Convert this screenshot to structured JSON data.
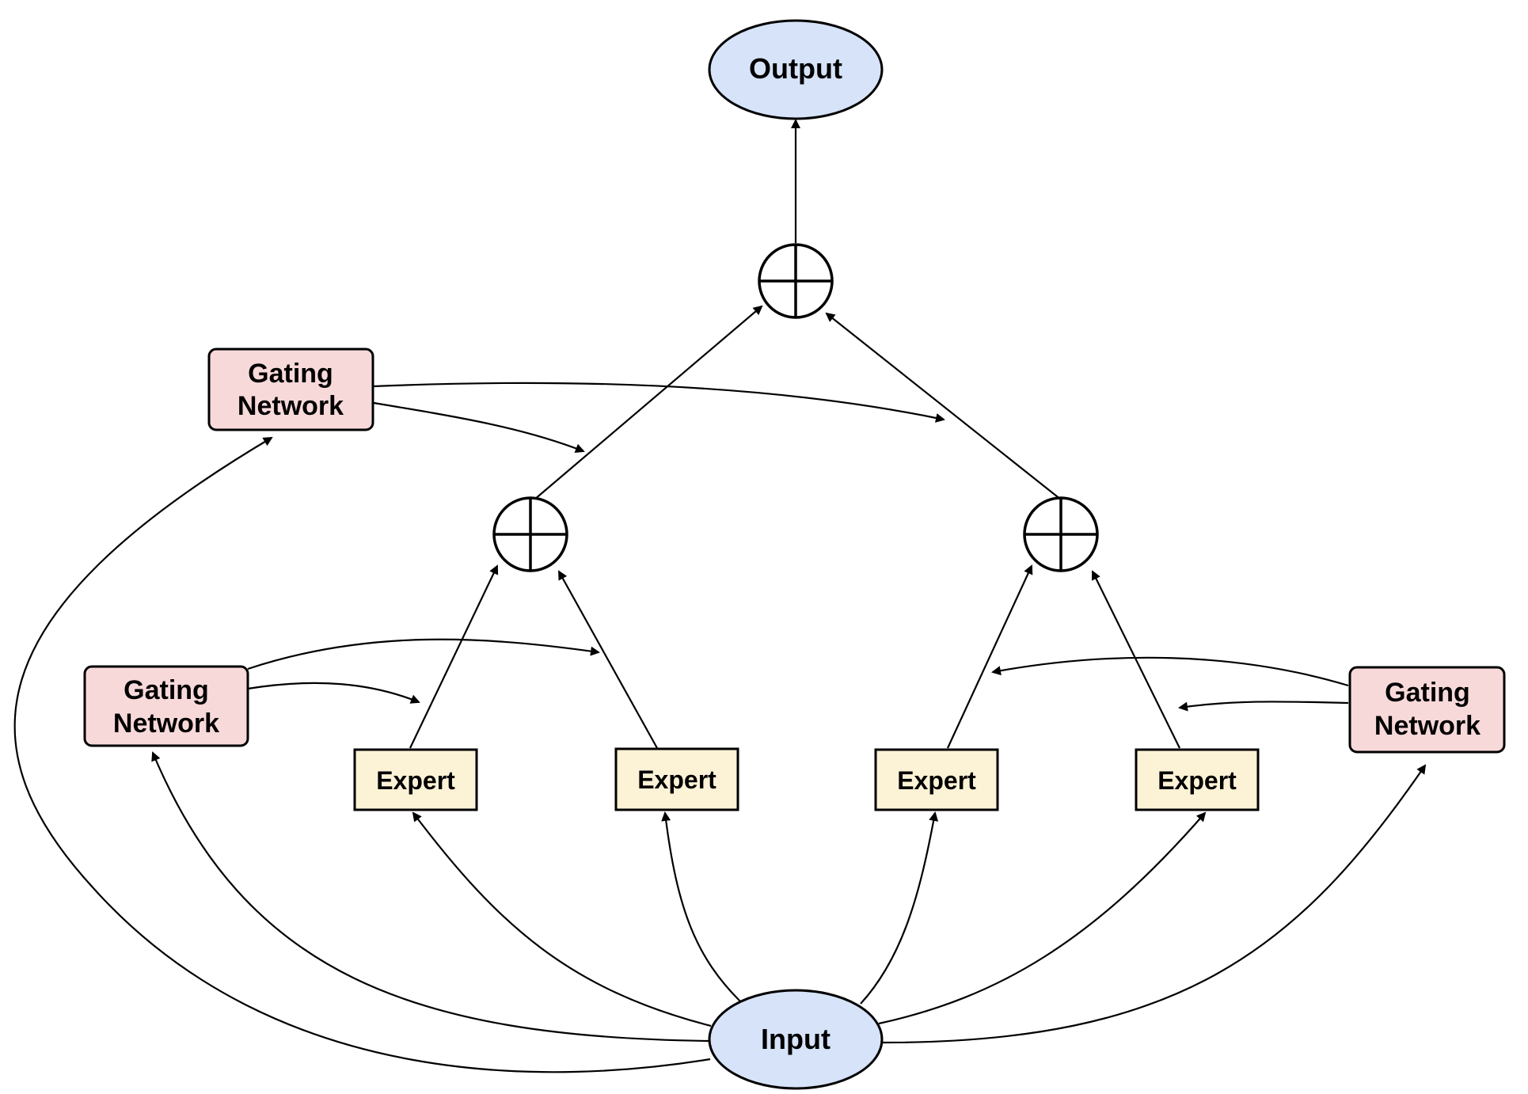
{
  "diagram": {
    "nodes": {
      "output": {
        "label": "Output",
        "fill": "#d6e3f8"
      },
      "input": {
        "label": "Input",
        "fill": "#d6e3f8"
      },
      "gating_top": {
        "line1": "Gating",
        "line2": "Network",
        "fill": "#f8d9da"
      },
      "gating_left": {
        "line1": "Gating",
        "line2": "Network",
        "fill": "#f8d9da"
      },
      "gating_right": {
        "line1": "Gating",
        "line2": "Network",
        "fill": "#f8d9da"
      },
      "experts": [
        {
          "label": "Expert",
          "fill": "#fcf2d6"
        },
        {
          "label": "Expert",
          "fill": "#fcf2d6"
        },
        {
          "label": "Expert",
          "fill": "#fcf2d6"
        },
        {
          "label": "Expert",
          "fill": "#fcf2d6"
        }
      ],
      "sum_nodes": [
        "sum-top",
        "sum-left",
        "sum-right"
      ]
    },
    "edges": [
      {
        "from": "input",
        "to": "expert-1"
      },
      {
        "from": "input",
        "to": "expert-2"
      },
      {
        "from": "input",
        "to": "expert-3"
      },
      {
        "from": "input",
        "to": "expert-4"
      },
      {
        "from": "input",
        "to": "gating-left"
      },
      {
        "from": "input",
        "to": "gating-right"
      },
      {
        "from": "input",
        "to": "gating-top"
      },
      {
        "from": "expert-1",
        "to": "sum-left"
      },
      {
        "from": "expert-2",
        "to": "sum-left"
      },
      {
        "from": "expert-3",
        "to": "sum-right"
      },
      {
        "from": "expert-4",
        "to": "sum-right"
      },
      {
        "from": "sum-left",
        "to": "sum-top"
      },
      {
        "from": "sum-right",
        "to": "sum-top"
      },
      {
        "from": "sum-top",
        "to": "output"
      },
      {
        "from": "gating-left",
        "to": "expert-1-edge"
      },
      {
        "from": "gating-left",
        "to": "expert-2-edge"
      },
      {
        "from": "gating-right",
        "to": "expert-3-edge"
      },
      {
        "from": "gating-right",
        "to": "expert-4-edge"
      },
      {
        "from": "gating-top",
        "to": "sum-left-edge"
      },
      {
        "from": "gating-top",
        "to": "sum-right-edge"
      }
    ]
  }
}
